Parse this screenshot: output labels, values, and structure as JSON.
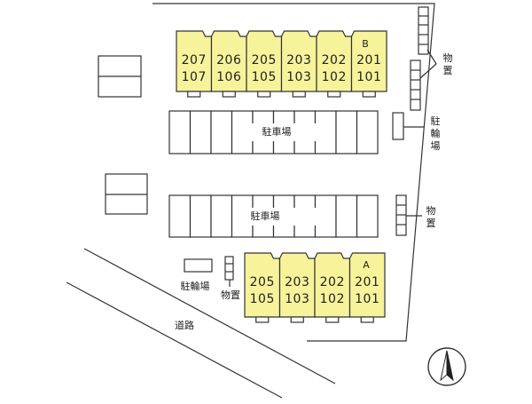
{
  "building_b": {
    "mark": "B",
    "units": [
      {
        "upper": "207",
        "lower": "107"
      },
      {
        "upper": "206",
        "lower": "106"
      },
      {
        "upper": "205",
        "lower": "105"
      },
      {
        "upper": "203",
        "lower": "103"
      },
      {
        "upper": "202",
        "lower": "102"
      },
      {
        "upper": "201",
        "lower": "101"
      }
    ]
  },
  "building_a": {
    "mark": "A",
    "units": [
      {
        "upper": "205",
        "lower": "105"
      },
      {
        "upper": "203",
        "lower": "103"
      },
      {
        "upper": "202",
        "lower": "102"
      },
      {
        "upper": "201",
        "lower": "101"
      }
    ]
  },
  "labels": {
    "storage": "物置",
    "bicycle_parking": "駐輪場",
    "parking": "駐車場",
    "road": "道路"
  },
  "colors": {
    "building": "#f7f39a",
    "line": "#333333"
  },
  "compass": "north-arrow"
}
